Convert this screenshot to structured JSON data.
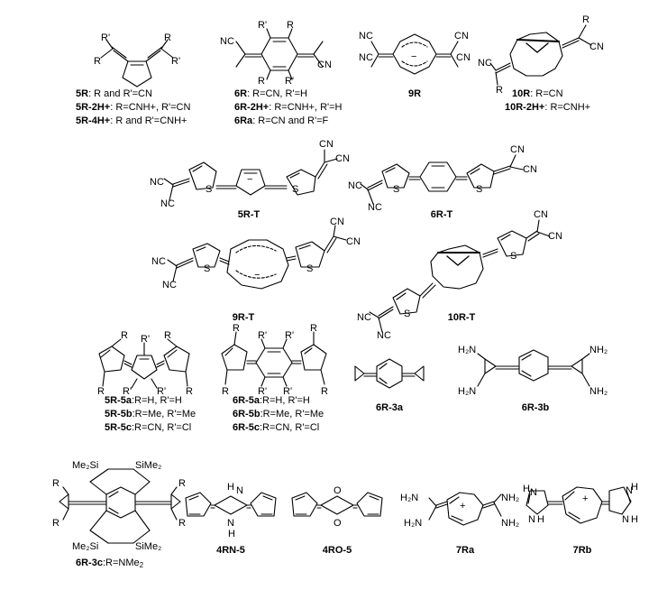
{
  "captions": {
    "5R": {
      "code": "5R",
      "text": ": R and R'=CN"
    },
    "5R2H": {
      "code": "5R-2H+",
      "text": ": R=CNH+, R'=CN"
    },
    "5R4H": {
      "code": "5R-4H+",
      "text": ": R and R'=CNH+"
    },
    "6R": {
      "code": "6R",
      "text": ": R=CN, R'=H"
    },
    "6R2H": {
      "code": "6R-2H+",
      "text": ": R=CNH+, R'=H"
    },
    "6Ra": {
      "code": "6Ra",
      "text": ": R=CN and R'=F"
    },
    "9R": "9R",
    "10R": {
      "code": "10R",
      "text": ": R=CN"
    },
    "10R2H": {
      "code": "10R-2H+",
      "text": ": R=CNH+"
    },
    "5RT": "5R-T",
    "6RT": "6R-T",
    "9RT": "9R-T",
    "10RT": "10R-T",
    "5R5a": {
      "code": "5R-5a",
      "text": ":R=H, R'=H"
    },
    "5R5b": {
      "code": "5R-5b",
      "text": ":R=Me, R'=Me"
    },
    "5R5c": {
      "code": "5R-5c",
      "text": ":R=CN, R'=Cl"
    },
    "6R5a": {
      "code": "6R-5a",
      "text": ":R=H, R'=H"
    },
    "6R5b": {
      "code": "6R-5b",
      "text": ":R=Me, R'=Me"
    },
    "6R5c": {
      "code": "6R-5c",
      "text": ":R=CN, R'=Cl"
    },
    "6R3a": "6R-3a",
    "6R3b": "6R-3b",
    "6R3c": {
      "code": "6R-3c",
      "text": ":R=NMe",
      "sub": "2"
    },
    "4RN5": "4RN-5",
    "4RO5": "4RO-5",
    "7Ra": "7Ra",
    "7Rb": "7Rb"
  },
  "atoms": [
    {
      "id": "5R-Rp1",
      "t": "R'"
    },
    {
      "id": "5R-R1",
      "t": "R"
    },
    {
      "id": "5R-R2",
      "t": "R"
    },
    {
      "id": "5R-Rp2",
      "t": "R'"
    },
    {
      "id": "6R-Rp1",
      "t": "R'"
    },
    {
      "id": "6R-R1",
      "t": "R"
    },
    {
      "id": "6R-NC",
      "t": "NC"
    },
    {
      "id": "6R-CN",
      "t": "CN"
    },
    {
      "id": "6R-R2",
      "t": "R"
    },
    {
      "id": "6R-Rp2",
      "t": "R'"
    },
    {
      "id": "9R-NC1",
      "t": "NC"
    },
    {
      "id": "9R-NC2",
      "t": "NC"
    },
    {
      "id": "9R-CN1",
      "t": "CN"
    },
    {
      "id": "9R-CN2",
      "t": "CN"
    },
    {
      "id": "10R-R1",
      "t": "R"
    },
    {
      "id": "10R-CN",
      "t": "CN"
    },
    {
      "id": "10R-NC",
      "t": "NC"
    },
    {
      "id": "10R-R2",
      "t": "R"
    },
    {
      "id": "5RT-CN1",
      "t": "CN"
    },
    {
      "id": "5RT-CN2",
      "t": "CN"
    },
    {
      "id": "5RT-NC1",
      "t": "NC"
    },
    {
      "id": "5RT-NC2",
      "t": "NC"
    },
    {
      "id": "5RT-S1",
      "t": "S"
    },
    {
      "id": "5RT-S2",
      "t": "S"
    },
    {
      "id": "6RT-CN1",
      "t": "CN"
    },
    {
      "id": "6RT-CN2",
      "t": "CN"
    },
    {
      "id": "6RT-NC1",
      "t": "NC"
    },
    {
      "id": "6RT-NC2",
      "t": "NC"
    },
    {
      "id": "6RT-S1",
      "t": "S"
    },
    {
      "id": "6RT-S2",
      "t": "S"
    },
    {
      "id": "9RT-CN1",
      "t": "CN"
    },
    {
      "id": "9RT-CN2",
      "t": "CN"
    },
    {
      "id": "9RT-NC1",
      "t": "NC"
    },
    {
      "id": "9RT-NC2",
      "t": "NC"
    },
    {
      "id": "9RT-S1",
      "t": "S"
    },
    {
      "id": "9RT-S2",
      "t": "S"
    },
    {
      "id": "10RT-CN1",
      "t": "CN"
    },
    {
      "id": "10RT-CN2",
      "t": "CN"
    },
    {
      "id": "10RT-NC1",
      "t": "NC"
    },
    {
      "id": "10RT-NC2",
      "t": "NC"
    },
    {
      "id": "10RT-S1",
      "t": "S"
    },
    {
      "id": "10RT-S2",
      "t": "S"
    },
    {
      "id": "5R5-R1",
      "t": "R"
    },
    {
      "id": "5R5-Rp1",
      "t": "R'"
    },
    {
      "id": "5R5-R2",
      "t": "R"
    },
    {
      "id": "5R5-R3",
      "t": "R"
    },
    {
      "id": "5R5-Rp2",
      "t": "R'"
    },
    {
      "id": "5R5-Rp3",
      "t": "R'"
    },
    {
      "id": "5R5-R4",
      "t": "R"
    },
    {
      "id": "6R5-R1",
      "t": "R"
    },
    {
      "id": "6R5-Rp1",
      "t": "R'"
    },
    {
      "id": "6R5-R2",
      "t": "R"
    },
    {
      "id": "6R5-Rp2",
      "t": "R'"
    },
    {
      "id": "6R5-R3",
      "t": "R"
    },
    {
      "id": "6R5-Rp3",
      "t": "R'"
    },
    {
      "id": "6R5-Rp4",
      "t": "R'"
    },
    {
      "id": "6R5-R4",
      "t": "R"
    },
    {
      "id": "6R3b-H2N1",
      "t": "H₂N"
    },
    {
      "id": "6R3b-NH2a",
      "t": "NH₂"
    },
    {
      "id": "6R3b-H2N2",
      "t": "H₂N"
    },
    {
      "id": "6R3b-NH2b",
      "t": "NH₂"
    },
    {
      "id": "6R3c-Me2Si1",
      "t": "Me₂Si"
    },
    {
      "id": "6R3c-SiMe2a",
      "t": "SiMe₂"
    },
    {
      "id": "6R3c-Me2Si2",
      "t": "Me₂Si"
    },
    {
      "id": "6R3c-SiMe2b",
      "t": "SiMe₂"
    },
    {
      "id": "6R3c-R1",
      "t": "R"
    },
    {
      "id": "6R3c-R2",
      "t": "R"
    },
    {
      "id": "6R3c-R3",
      "t": "R"
    },
    {
      "id": "6R3c-R4",
      "t": "R"
    },
    {
      "id": "4RN-H1",
      "t": "H"
    },
    {
      "id": "4RN-N1",
      "t": "N"
    },
    {
      "id": "4RN-N2",
      "t": "N"
    },
    {
      "id": "4RN-H2",
      "t": "H"
    },
    {
      "id": "4RO-O1",
      "t": "O"
    },
    {
      "id": "4RO-O2",
      "t": "O"
    },
    {
      "id": "7Ra-H2N1",
      "t": "H₂N"
    },
    {
      "id": "7Ra-H2N2",
      "t": "H₂N"
    },
    {
      "id": "7Ra-NH2a",
      "t": "NH₂"
    },
    {
      "id": "7Ra-NH2b",
      "t": "NH₂"
    },
    {
      "id": "7Rb-H1",
      "t": "H"
    },
    {
      "id": "7Rb-N1",
      "t": "N"
    },
    {
      "id": "7Rb-N2",
      "t": "N"
    },
    {
      "id": "7Rb-H2",
      "t": "H"
    },
    {
      "id": "7Rb-N3",
      "t": "N"
    },
    {
      "id": "7Rb-H3",
      "t": "H"
    },
    {
      "id": "7Rb-N4",
      "t": "N"
    },
    {
      "id": "7Rb-H4",
      "t": "H"
    }
  ]
}
